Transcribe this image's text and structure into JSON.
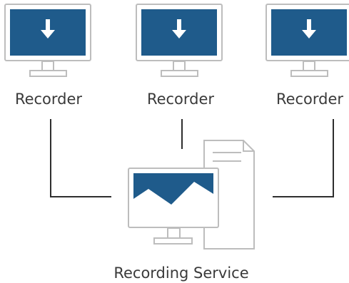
{
  "recorders": [
    {
      "label": "Recorder",
      "icon": "download-arrow-icon"
    },
    {
      "label": "Recorder",
      "icon": "download-arrow-icon"
    },
    {
      "label": "Recorder",
      "icon": "download-arrow-icon"
    }
  ],
  "service": {
    "label": "Recording Service",
    "icon": "image-monitor-icon"
  },
  "colors": {
    "screen": "#1f5b8b",
    "outline": "#bdbdbd",
    "connector": "#2e2e2e",
    "text": "#3a3a3a"
  }
}
